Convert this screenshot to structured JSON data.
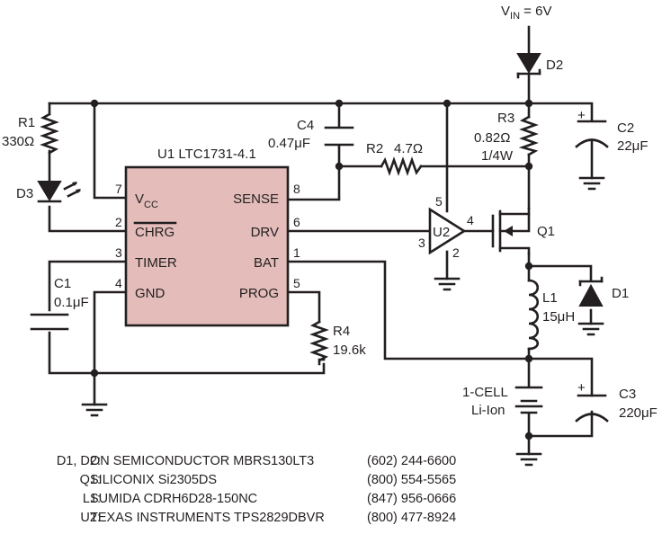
{
  "supply": {
    "label": "V",
    "sub": "IN",
    "value": " = 6V"
  },
  "ic": {
    "name": "U1 LTC1731-4.1",
    "pins": {
      "vcc": "V",
      "vcc_sub": "CC",
      "chrg": "CHRG",
      "timer": "TIMER",
      "gnd": "GND",
      "sense": "SENSE",
      "drv": "DRV",
      "bat": "BAT",
      "prog": "PROG"
    },
    "pin_numbers": {
      "vcc": "7",
      "chrg": "2",
      "timer": "3",
      "gnd": "4",
      "sense": "8",
      "drv": "6",
      "bat": "1",
      "prog": "5"
    }
  },
  "components": {
    "r1": {
      "ref": "R1",
      "value": "330Ω"
    },
    "d3": {
      "ref": "D3"
    },
    "c1": {
      "ref": "C1",
      "value": "0.1μF"
    },
    "c4": {
      "ref": "C4",
      "value": "0.47μF"
    },
    "r2": {
      "ref": "R2",
      "value": "4.7Ω"
    },
    "r3": {
      "ref": "R3",
      "value": "0.82Ω",
      "power": "1/4W"
    },
    "r4": {
      "ref": "R4",
      "value": "19.6k"
    },
    "d2": {
      "ref": "D2"
    },
    "c2": {
      "ref": "C2",
      "value": "22μF"
    },
    "u2": {
      "ref": "U2",
      "pin5": "5",
      "pin4": "4",
      "pin3": "3",
      "pin2": "2"
    },
    "q1": {
      "ref": "Q1"
    },
    "d1": {
      "ref": "D1"
    },
    "l1": {
      "ref": "L1",
      "value": "15μH"
    },
    "battery": {
      "line1": "1-CELL",
      "line2": "Li-Ion"
    },
    "c3": {
      "ref": "C3",
      "value": "220μF"
    }
  },
  "polarity": "+",
  "bom": [
    {
      "ref": "D1, D2:",
      "desc": "ON SEMICONDUCTOR MBRS130LT3",
      "phone": "(602) 244-6600"
    },
    {
      "ref": "Q1:",
      "desc": "SILICONIX Si2305DS",
      "phone": "(800) 554-5565"
    },
    {
      "ref": "L1:",
      "desc": "SUMIDA CDRH6D28-150NC",
      "phone": "(847) 956-0666"
    },
    {
      "ref": "U2:",
      "desc": "TEXAS INSTRUMENTS TPS2829DBVR",
      "phone": "(800) 477-8924"
    }
  ]
}
